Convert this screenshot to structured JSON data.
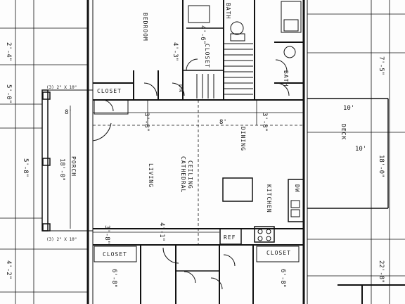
{
  "labels": {
    "bedroom": "BEDROOM",
    "bath_top": "BATH",
    "closet_top": "CLOSET",
    "dn": "DN",
    "bath_right": "BATH",
    "closet_left": "CLOSET",
    "closet_bottom_left": "CLOSET",
    "closet_bottom_right": "CLOSET",
    "dining": "DINING",
    "living": "LIVING",
    "cathedral": "CATHEDRAL",
    "ceiling": "CEILING",
    "kitchen": "KITCHEN",
    "porch": "PORCH",
    "deck": "DECK",
    "dw": "DW",
    "ref": "REF",
    "post_top": "(3) 2\" X 10\"",
    "post_bottom": "(3) 2\" X 10\""
  },
  "dimensions": {
    "d_top_left_a": "2'-4\"",
    "d_top_left_b": "5'-0\"",
    "d_left_mid": "5'-8\"",
    "d_left_low": "4'-2\"",
    "d_porch_w": "8'",
    "d_porch_h": "18'-0\"",
    "d_liv_a": "3'-8\"",
    "d_liv_b": "8'",
    "d_din_a": "3'-8\"",
    "d_right_top": "7'-5\"",
    "d_right_mid": "18'-0\"",
    "d_right_low": "22'-8\"",
    "d_deck_top": "10'",
    "d_deck_w": "10'",
    "d_stair_a": "4'-3\"",
    "d_stair_b": "4'-6\"",
    "d_bot_a": "3'-8\"",
    "d_bot_b": "4'-1\"",
    "d_bot_c": "6'-8\"",
    "d_bot_d": "6'-8\""
  }
}
